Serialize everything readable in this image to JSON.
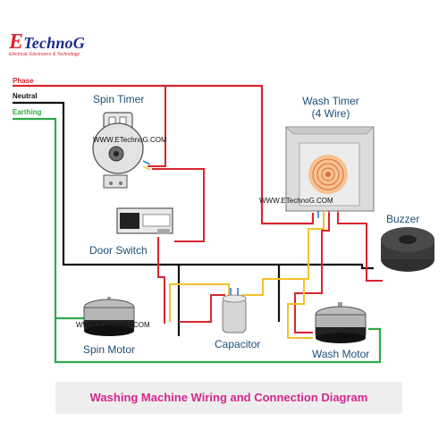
{
  "logo": {
    "brand_first": "E",
    "brand_rest": "TechnoG",
    "tagline": "Electrical, Electronics & Technology"
  },
  "supply": {
    "phase": "Phase",
    "neutral": "Neutral",
    "earthing": "Earthing"
  },
  "components": {
    "spin_timer": "Spin Timer",
    "wash_timer_line1": "Wash Timer",
    "wash_timer_line2": "(4 Wire)",
    "door_switch": "Door Switch",
    "buzzer": "Buzzer",
    "spin_motor": "Spin Motor",
    "capacitor": "Capacitor",
    "wash_motor": "Wash Motor"
  },
  "watermarks": {
    "wm1": "WWW.ETechnoG.COM",
    "wm2": "WWW.ETechnoG.COM",
    "wm3": "WWW.ETechnoG.COM"
  },
  "caption": "Washing Machine Wiring and Connection Diagram",
  "colors": {
    "phase": "#d7262e",
    "neutral": "#111111",
    "earth": "#2eaa4a",
    "yellow": "#f2c12e",
    "label": "#1f4e79",
    "caption": "#d4278e"
  }
}
